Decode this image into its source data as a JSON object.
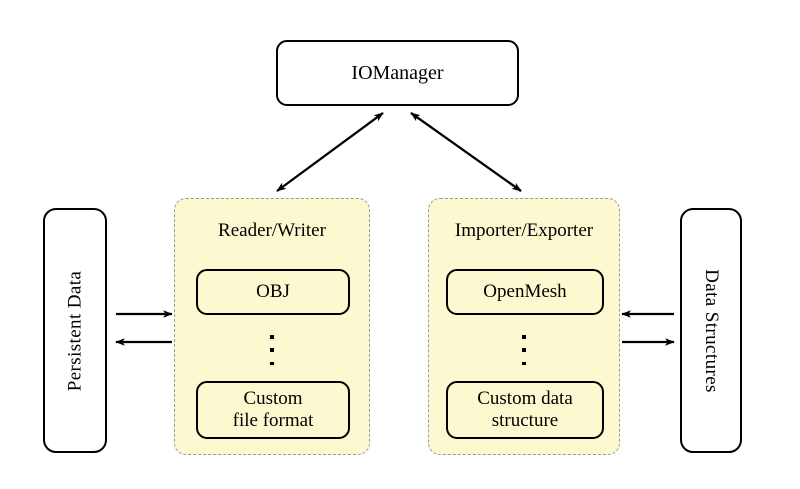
{
  "diagram": {
    "title_node": {
      "label": "IOManager"
    },
    "left_store": {
      "label": "Persistent Data",
      "orientation": "vertical-bottom-to-top"
    },
    "right_store": {
      "label": "Data Structures",
      "orientation": "vertical-top-to-bottom"
    },
    "panels": [
      {
        "id": "reader-writer",
        "title": "Reader/Writer",
        "items": [
          {
            "label": "OBJ"
          },
          {
            "label": "Custom\nfile format",
            "line1": "Custom",
            "line2": "file format"
          }
        ],
        "ellipsis": "vertical-dots"
      },
      {
        "id": "importer-exporter",
        "title": "Importer/Exporter",
        "items": [
          {
            "label": "OpenMesh"
          },
          {
            "label": "Custom data\nstructure",
            "line1": "Custom data",
            "line2": "structure"
          }
        ],
        "ellipsis": "vertical-dots"
      }
    ],
    "connections": [
      {
        "id": "manager-to-reader-writer",
        "from": "IOManager",
        "to": "Reader/Writer",
        "style": "double-headed"
      },
      {
        "id": "manager-to-importer-exporter",
        "from": "IOManager",
        "to": "Importer/Exporter",
        "style": "double-headed"
      },
      {
        "id": "persistent-data-to-reader-writer",
        "from": "Persistent Data",
        "to": "Reader/Writer",
        "style": "single-headed-right"
      },
      {
        "id": "reader-writer-to-persistent-data",
        "from": "Reader/Writer",
        "to": "Persistent Data",
        "style": "single-headed-left"
      },
      {
        "id": "data-structures-to-importer-exporter",
        "from": "Data Structures",
        "to": "Importer/Exporter",
        "style": "single-headed-left"
      },
      {
        "id": "importer-exporter-to-data-structures",
        "from": "Importer/Exporter",
        "to": "Data Structures",
        "style": "single-headed-right"
      }
    ],
    "colors": {
      "panel_fill": "#fcf8cf",
      "panel_border": "#9a9a9a",
      "node_border": "#000000",
      "background": "#ffffff",
      "text": "#000000"
    }
  }
}
